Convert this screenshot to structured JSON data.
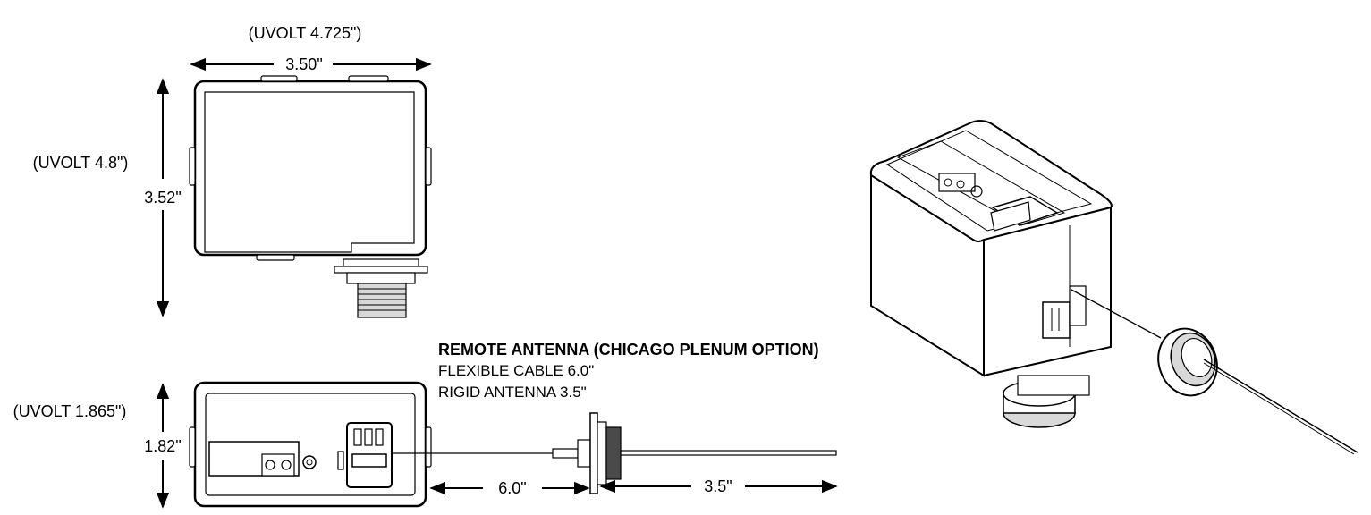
{
  "top_view": {
    "width_alt": "(UVOLT 4.725\")",
    "width": "3.50\"",
    "height_alt": "(UVOLT 4.8\")",
    "height": "3.52\""
  },
  "side_view": {
    "depth_alt": "(UVOLT 1.865\")",
    "depth": "1.82\"",
    "cable_length": "6.0\"",
    "antenna_length": "3.5\""
  },
  "antenna_note": {
    "title": "REMOTE ANTENNA (CHICAGO PLENUM OPTION)",
    "line1": "FLEXIBLE CABLE 6.0\"",
    "line2": "RIGID ANTENNA 3.5\""
  }
}
